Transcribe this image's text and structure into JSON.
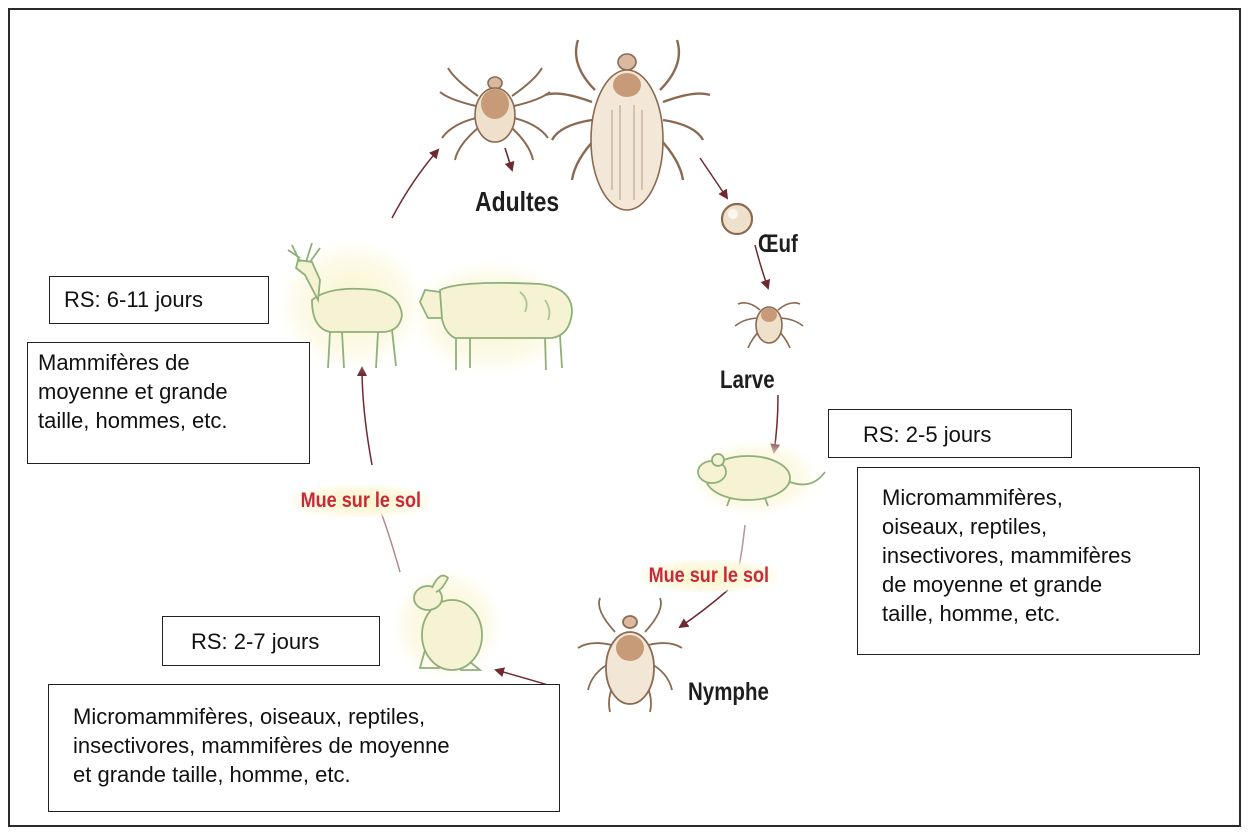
{
  "stages": {
    "adultes": "Adultes",
    "oeuf": "Œuf",
    "larve": "Larve",
    "nymphe": "Nymphe"
  },
  "molts": {
    "left": "Mue sur le sol",
    "right": "Mue sur le sol"
  },
  "boxes": {
    "rs_adult": "RS: 6-11 jours",
    "hosts_adult": [
      "Mammifères de",
      "moyenne et grande",
      "taille, hommes, etc."
    ],
    "rs_larva": "RS: 2-5 jours",
    "hosts_larva": [
      "Micromammifères,",
      "oiseaux, reptiles,",
      "insectivores, mammifères",
      "de moyenne et grande",
      "taille, homme, etc."
    ],
    "rs_nymph": "RS: 2-7 jours",
    "hosts_nymph": [
      "Micromammifères, oiseaux, reptiles,",
      "insectivores, mammifères de moyenne",
      "et grande taille, homme, etc."
    ]
  },
  "icons": [
    "tick-male-icon",
    "tick-female-icon",
    "egg-icon",
    "tick-larva-icon",
    "tick-nymph-icon",
    "mouse-icon",
    "rabbit-icon",
    "deer-icon",
    "cow-icon"
  ],
  "colors": {
    "arrow": "#6e2a30",
    "molt_text": "#c8283a",
    "tick_body": "#f0e2d2",
    "tick_outline": "#8a6a52",
    "animal_stroke": "#8fb07a",
    "animal_glow": "#f7f3c4"
  }
}
